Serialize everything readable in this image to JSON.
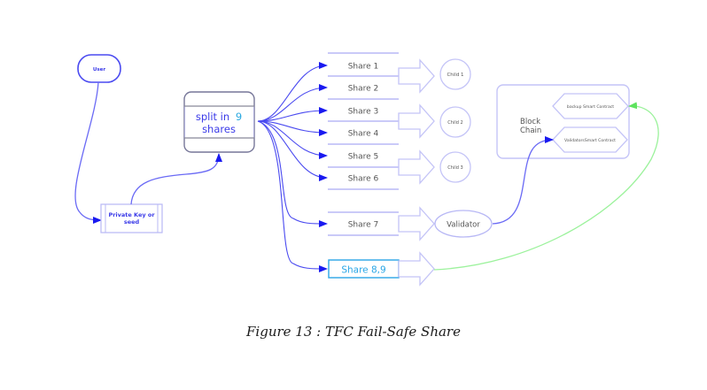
{
  "nodes": {
    "user": "User",
    "private_key_line1": "Private Key or",
    "private_key_line2": "seed",
    "split_line1": "split in",
    "split_count": "9",
    "split_line2": "shares",
    "validator": "Validator",
    "block_chain_line1": "Block",
    "block_chain_line2": "Chain",
    "backup_contract": "backup Smart Contract",
    "validators_contract": "ValidatorsSmart Contract"
  },
  "shares": [
    "Share 1",
    "Share 2",
    "Share 3",
    "Share 4",
    "Share 5",
    "Share 6",
    "Share 7"
  ],
  "share_highlight": "Share 8,9",
  "children": [
    "Child 1",
    "Child 2",
    "Child 3"
  ],
  "caption": "Figure 13 : TFC Fail-Safe Share",
  "colors": {
    "edge_blue": "#3b3bf0",
    "node_outline": "#b8b8f5",
    "split_outline": "#777799",
    "highlight_cyan": "#2aa6e6",
    "green_link": "#9cf29c"
  }
}
